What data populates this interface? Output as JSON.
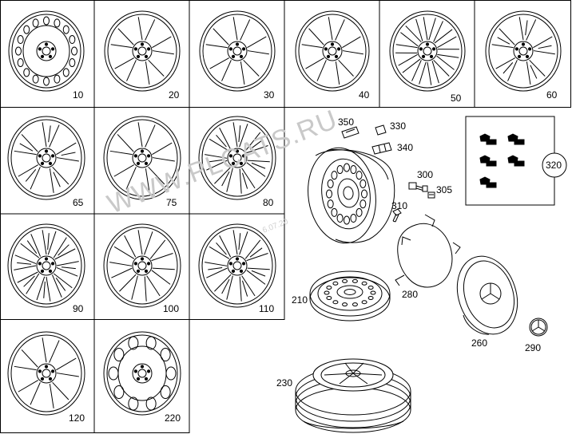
{
  "watermark": {
    "text": "WWW.PLCATS.RU",
    "date": "6.07.20"
  },
  "colors": {
    "line": "#000000",
    "background": "#ffffff",
    "watermark": "#c9c9c9"
  },
  "wheels": [
    {
      "label": "10",
      "style": "steel"
    },
    {
      "label": "20",
      "style": "spoke5"
    },
    {
      "label": "30",
      "style": "spoke5"
    },
    {
      "label": "40",
      "style": "spoke5wide"
    },
    {
      "label": "50",
      "style": "spoke10"
    },
    {
      "label": "60",
      "style": "spoke5double"
    },
    {
      "label": "65",
      "style": "spoke5double"
    },
    {
      "label": "75",
      "style": "spoke5"
    },
    {
      "label": "80",
      "style": "spoke7"
    },
    {
      "label": "90",
      "style": "spoke8"
    },
    {
      "label": "100",
      "style": "spoke7wide"
    },
    {
      "label": "110",
      "style": "spoke7"
    },
    {
      "label": "120",
      "style": "spoke5thin"
    },
    {
      "label": "220",
      "style": "steel10"
    }
  ],
  "parts": {
    "p350": "350",
    "p330": "330",
    "p340": "340",
    "p300": "300",
    "p305": "305",
    "p310": "310",
    "p320": "320",
    "p280": "280",
    "p210": "210",
    "p260": "260",
    "p290": "290",
    "p230": "230"
  }
}
